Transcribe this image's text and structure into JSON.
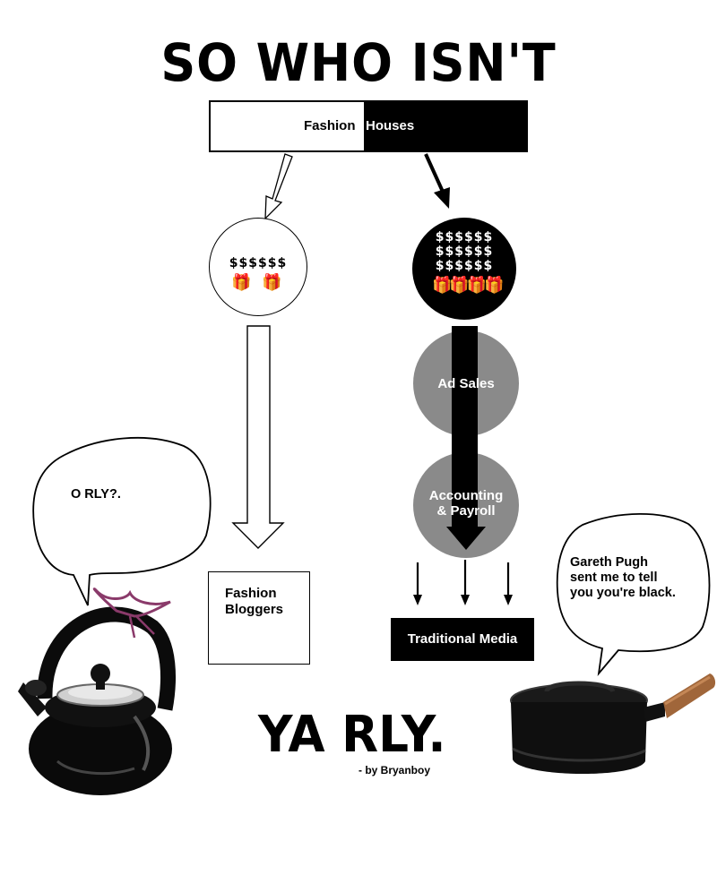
{
  "title": "SO WHO ISN'T BOUGHT?",
  "fashion_houses": {
    "left": "Fashion",
    "right": "Houses"
  },
  "money_left": "$$$$$$",
  "money_right": [
    "$$$$$$",
    "$$$$$$",
    "$$$$$$"
  ],
  "ad_sales": "Ad Sales",
  "accounting": [
    "Accounting",
    "& Payroll"
  ],
  "fashion_bloggers": [
    "Fashion",
    "Bloggers"
  ],
  "traditional_media": "Traditional Media",
  "kettle_bubble": "O RLY?.",
  "pot_bubble": [
    "Gareth Pugh",
    "sent me to tell",
    "you you're black."
  ],
  "yarly": "YA RLY.",
  "byline": "- by Bryanboy",
  "colors": {
    "black": "#000000",
    "gray": "#8a8a8a",
    "white": "#ffffff"
  }
}
